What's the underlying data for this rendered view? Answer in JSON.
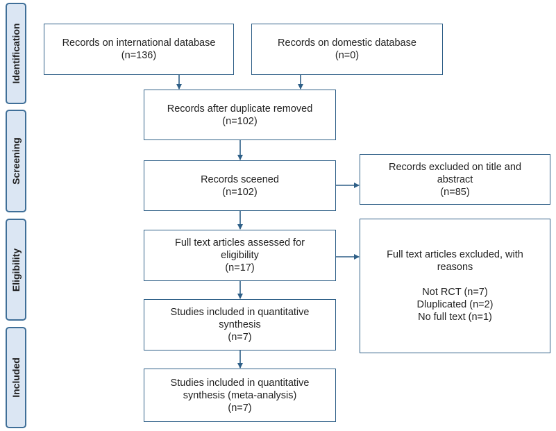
{
  "phases": {
    "identification": "Identification",
    "screening": "Screening",
    "eligibility": "Eligibility",
    "included": "Included"
  },
  "boxes": {
    "international": {
      "line1": "Records on international database",
      "line2": "(n=136)"
    },
    "domestic": {
      "line1": "Records on domestic database",
      "line2": "(n=0)"
    },
    "duplicates_removed": {
      "line1": "Records after duplicate removed",
      "line2": "(n=102)"
    },
    "screened": {
      "line1": "Records sceened",
      "line2": "(n=102)"
    },
    "excluded_title_abstract": {
      "line1": "Records excluded on title and",
      "line2": "abstract",
      "line3": "(n=85)"
    },
    "full_text_assessed": {
      "line1": "Full text articles assessed for",
      "line2": "eligibility",
      "line3": "(n=17)"
    },
    "full_text_excluded": {
      "line1": "Full text articles excluded, with",
      "line2": "reasons",
      "reasons": [
        "Not RCT (n=7)",
        "Dluplicated (n=2)",
        "No full text (n=1)"
      ]
    },
    "quantitative": {
      "line1": "Studies included in quantitative",
      "line2": "synthesis",
      "line3": "(n=7)"
    },
    "meta_analysis": {
      "line1": "Studies included in quantitative",
      "line2": "synthesis (meta-analysis)",
      "line3": "(n=7)"
    }
  },
  "colors": {
    "phase_fill": "#dbe6f3",
    "phase_border": "#3f6f98",
    "box_border": "#2e5f87",
    "arrow": "#2e5f87"
  }
}
